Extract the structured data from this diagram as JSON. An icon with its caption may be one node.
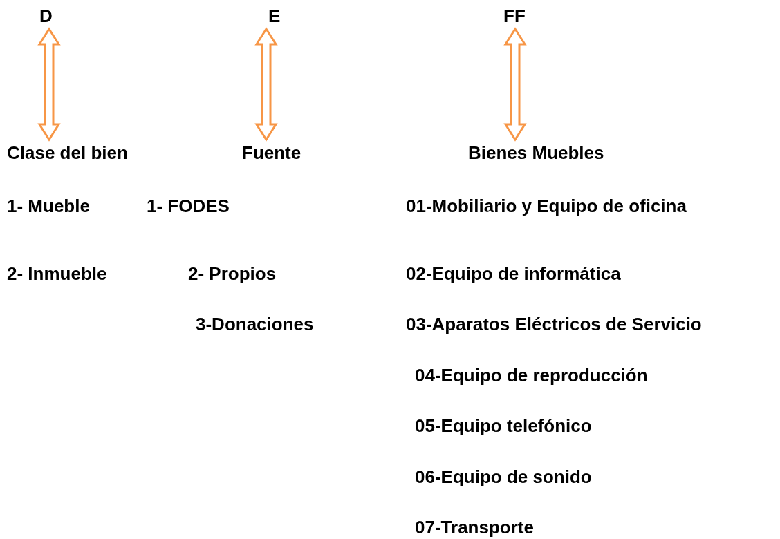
{
  "diagram": {
    "nodes": [
      {
        "text": [
          "D"
        ]
      },
      {
        "text": [
          "Clase del bien"
        ]
      },
      {
        "text": [
          "E"
        ]
      },
      {
        "text": [
          "Fuente"
        ]
      },
      {
        "text": [
          "FF"
        ]
      },
      {
        "text": [
          "Bienes Muebles"
        ]
      }
    ],
    "edges": [
      {
        "from": 0,
        "to": 1,
        "arrow": "both"
      },
      {
        "from": 2,
        "to": 3,
        "arrow": "both"
      },
      {
        "from": 4,
        "to": 5,
        "arrow": "both"
      }
    ],
    "labels": [
      "1- Mueble",
      "1- FODES",
      "01-Mobiliario y Equipo de oficina",
      "2- Inmueble",
      "2- Propios",
      "02-Equipo de informática",
      "3-Donaciones",
      "03-Aparatos Eléctricos de Servicio",
      "04-Equipo de reproducción",
      "05-Equipo telefónico",
      "06-Equipo de sonido",
      "07-Transporte"
    ]
  }
}
